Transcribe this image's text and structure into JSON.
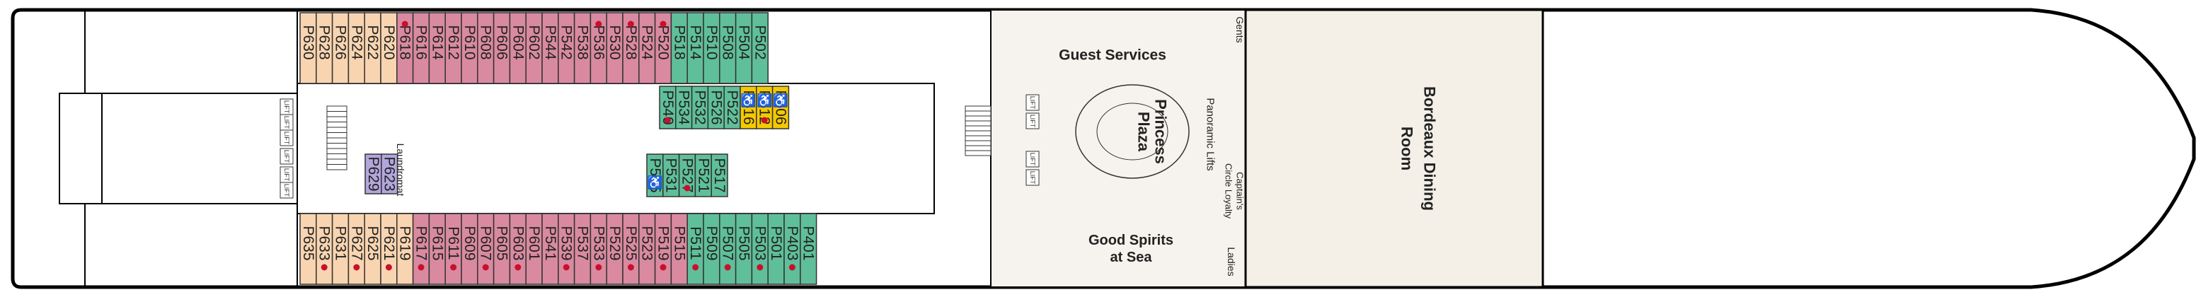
{
  "colors": {
    "orange": "#f8d4b0",
    "pink": "#d98aa0",
    "teal": "#5fbf9a",
    "yellow": "#f5c900",
    "purple": "#b3a6dc",
    "dot": "#c8102e",
    "deck_bg": "#f4f0e8",
    "hull": "#000000"
  },
  "icons": {
    "accessible": "wheelchair-icon",
    "connecting": "red-dot-marker"
  },
  "cabins": {
    "top_row": [
      {
        "id": "P630",
        "color": "orange",
        "dot": false
      },
      {
        "id": "P628",
        "color": "orange",
        "dot": false
      },
      {
        "id": "P626",
        "color": "orange",
        "dot": false
      },
      {
        "id": "P624",
        "color": "orange",
        "dot": false
      },
      {
        "id": "P622",
        "color": "orange",
        "dot": false
      },
      {
        "id": "P620",
        "color": "orange",
        "dot": false
      },
      {
        "id": "P618",
        "color": "pink",
        "dot": true
      },
      {
        "id": "P616",
        "color": "pink",
        "dot": false
      },
      {
        "id": "P614",
        "color": "pink",
        "dot": false
      },
      {
        "id": "P612",
        "color": "pink",
        "dot": false
      },
      {
        "id": "P610",
        "color": "pink",
        "dot": false
      },
      {
        "id": "P608",
        "color": "pink",
        "dot": false
      },
      {
        "id": "P606",
        "color": "pink",
        "dot": false
      },
      {
        "id": "P604",
        "color": "pink",
        "dot": false
      },
      {
        "id": "P602",
        "color": "pink",
        "dot": false
      },
      {
        "id": "P544",
        "color": "pink",
        "dot": false
      },
      {
        "id": "P542",
        "color": "pink",
        "dot": false
      },
      {
        "id": "P538",
        "color": "pink",
        "dot": false
      },
      {
        "id": "P536",
        "color": "pink",
        "dot": true
      },
      {
        "id": "P530",
        "color": "pink",
        "dot": false
      },
      {
        "id": "P528",
        "color": "pink",
        "dot": true
      },
      {
        "id": "P524",
        "color": "pink",
        "dot": false
      },
      {
        "id": "P520",
        "color": "pink",
        "dot": true
      },
      {
        "id": "P518",
        "color": "teal",
        "dot": false
      },
      {
        "id": "P514",
        "color": "teal",
        "dot": false
      },
      {
        "id": "P510",
        "color": "teal",
        "dot": false
      },
      {
        "id": "P508",
        "color": "teal",
        "dot": false
      },
      {
        "id": "P504",
        "color": "teal",
        "dot": false
      },
      {
        "id": "P502",
        "color": "teal",
        "dot": false
      }
    ],
    "bottom_row": [
      {
        "id": "P635",
        "color": "orange",
        "dot": false
      },
      {
        "id": "P633",
        "color": "orange",
        "dot": true
      },
      {
        "id": "P631",
        "color": "orange",
        "dot": false
      },
      {
        "id": "P627",
        "color": "orange",
        "dot": true
      },
      {
        "id": "P625",
        "color": "orange",
        "dot": false
      },
      {
        "id": "P621",
        "color": "orange",
        "dot": true
      },
      {
        "id": "P619",
        "color": "orange",
        "dot": false
      },
      {
        "id": "P617",
        "color": "pink",
        "dot": true
      },
      {
        "id": "P615",
        "color": "pink",
        "dot": false
      },
      {
        "id": "P611",
        "color": "pink",
        "dot": true
      },
      {
        "id": "P609",
        "color": "pink",
        "dot": false
      },
      {
        "id": "P607",
        "color": "pink",
        "dot": true
      },
      {
        "id": "P605",
        "color": "pink",
        "dot": false
      },
      {
        "id": "P603",
        "color": "pink",
        "dot": true
      },
      {
        "id": "P601",
        "color": "pink",
        "dot": false
      },
      {
        "id": "P541",
        "color": "pink",
        "dot": false
      },
      {
        "id": "P539",
        "color": "pink",
        "dot": true
      },
      {
        "id": "P537",
        "color": "pink",
        "dot": false
      },
      {
        "id": "P533",
        "color": "pink",
        "dot": true
      },
      {
        "id": "P529",
        "color": "pink",
        "dot": false
      },
      {
        "id": "P525",
        "color": "pink",
        "dot": true
      },
      {
        "id": "P523",
        "color": "pink",
        "dot": false
      },
      {
        "id": "P519",
        "color": "pink",
        "dot": true
      },
      {
        "id": "P515",
        "color": "pink",
        "dot": false
      },
      {
        "id": "P511",
        "color": "teal",
        "dot": true
      },
      {
        "id": "P509",
        "color": "teal",
        "dot": false
      },
      {
        "id": "P507",
        "color": "teal",
        "dot": true
      },
      {
        "id": "P505",
        "color": "teal",
        "dot": false
      },
      {
        "id": "P503",
        "color": "teal",
        "dot": true
      },
      {
        "id": "P501",
        "color": "teal",
        "dot": false
      },
      {
        "id": "P403",
        "color": "teal",
        "dot": true
      },
      {
        "id": "P401",
        "color": "teal",
        "dot": false
      }
    ],
    "inner_upper": [
      {
        "id": "P540",
        "color": "teal",
        "dot": true,
        "access": false
      },
      {
        "id": "P534",
        "color": "teal",
        "dot": false,
        "access": false
      },
      {
        "id": "P532",
        "color": "teal",
        "dot": false,
        "access": false
      },
      {
        "id": "P526",
        "color": "teal",
        "dot": false,
        "access": false
      },
      {
        "id": "P522",
        "color": "teal",
        "dot": false,
        "access": false
      },
      {
        "id": "P516",
        "color": "yellow",
        "dot": false,
        "access": true
      },
      {
        "id": "P512",
        "color": "yellow",
        "dot": true,
        "access": true
      },
      {
        "id": "P506",
        "color": "yellow",
        "dot": false,
        "access": true
      }
    ],
    "inner_lower": [
      {
        "id": "P535",
        "color": "teal",
        "dot": false,
        "access": true
      },
      {
        "id": "P531",
        "color": "teal",
        "dot": false,
        "access": false
      },
      {
        "id": "P527",
        "color": "teal",
        "dot": true,
        "access": false
      },
      {
        "id": "P521",
        "color": "teal",
        "dot": false,
        "access": false
      },
      {
        "id": "P517",
        "color": "teal",
        "dot": false,
        "access": false
      }
    ],
    "inner_purple": [
      {
        "id": "P629",
        "color": "purple",
        "dot": false,
        "access": false
      },
      {
        "id": "P623",
        "color": "purple",
        "dot": false,
        "access": false
      }
    ]
  },
  "labels": {
    "lift": "LIFT",
    "laundromat": "Laundromat",
    "guest_services": "Guest Services",
    "princess_plaza_1": "Princess",
    "princess_plaza_2": "Plaza",
    "panoramic_lifts": "Panoramic Lifts",
    "captains_circle_1": "Captain's",
    "captains_circle_2": "Circle Loyalty",
    "gents": "Gents",
    "ladies": "Ladies",
    "good_spirits_1": "Good Spirits",
    "good_spirits_2": "at Sea",
    "bordeaux_1": "Bordeaux Dining",
    "bordeaux_2": "Room"
  }
}
